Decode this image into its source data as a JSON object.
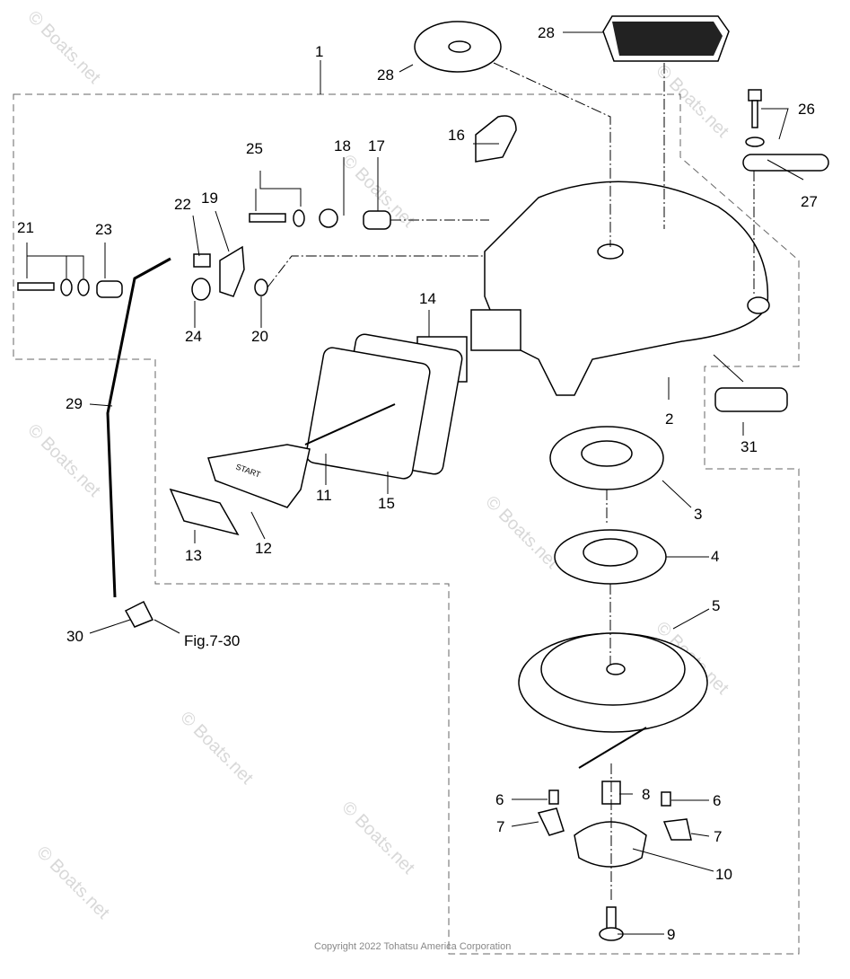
{
  "watermark": "© Boats.net",
  "copyright": "Copyright 2022 Tohatsu America Corporation",
  "reference": "Fig.7-30",
  "callouts": [
    "1",
    "28",
    "28",
    "26",
    "27",
    "16",
    "25",
    "18",
    "17",
    "22",
    "19",
    "21",
    "23",
    "24",
    "20",
    "14",
    "2",
    "31",
    "29",
    "11",
    "15",
    "3",
    "13",
    "12",
    "4",
    "5",
    "30",
    "6",
    "8",
    "6",
    "7",
    "7",
    "10",
    "9"
  ],
  "start_grip_text": "START"
}
